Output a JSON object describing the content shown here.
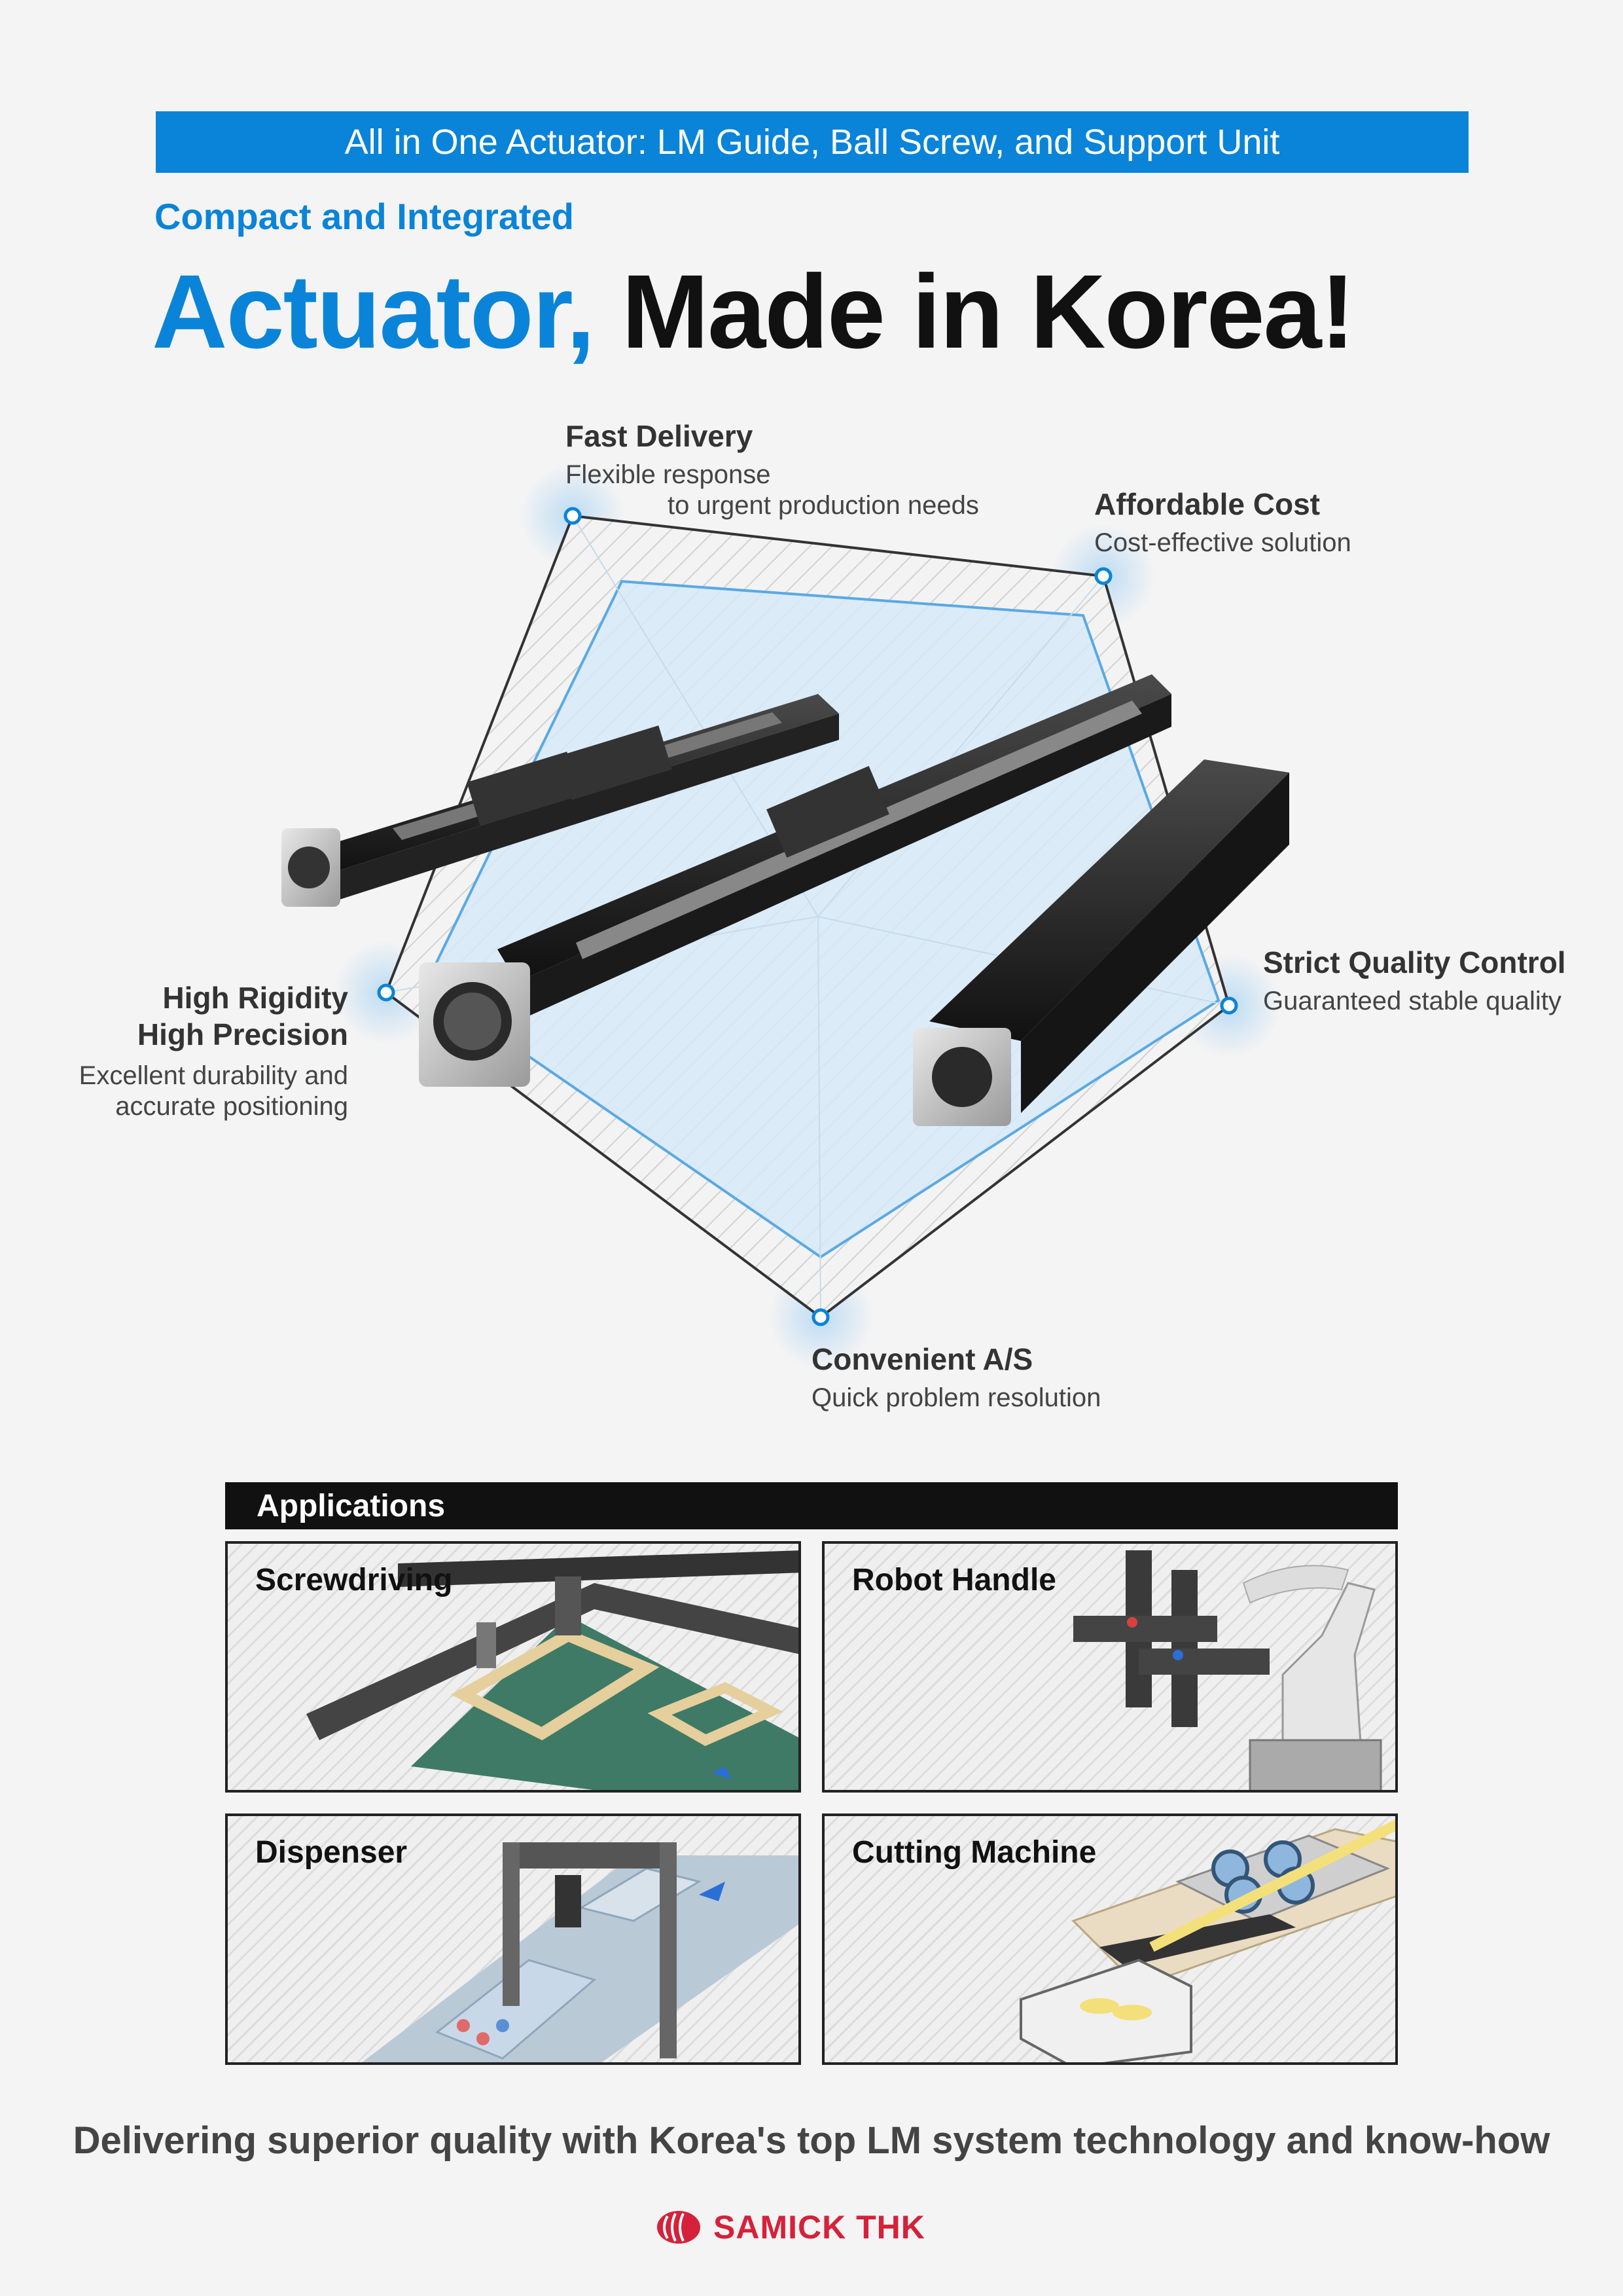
{
  "banner": {
    "text": "All in One Actuator: LM Guide, Ball Screw, and Support Unit"
  },
  "subtitle": "Compact and Integrated",
  "headline": {
    "part1": "Actuator,",
    "part2": "Made in Korea!"
  },
  "features": {
    "fast_delivery": {
      "title": "Fast Delivery",
      "desc1": "Flexible response",
      "desc2": "to urgent production needs"
    },
    "affordable_cost": {
      "title": "Affordable Cost",
      "desc1": "Cost-effective solution"
    },
    "strict_quality": {
      "title": "Strict Quality Control",
      "desc1": "Guaranteed stable quality"
    },
    "rigidity": {
      "title1": "High Rigidity",
      "title2": "High Precision",
      "desc1": "Excellent durability and",
      "desc2": "accurate positioning"
    },
    "convenient_as": {
      "title": "Convenient A/S",
      "desc1": "Quick problem resolution"
    }
  },
  "applications": {
    "header": "Applications",
    "items": [
      {
        "label": "Screwdriving"
      },
      {
        "label": "Robot Handle"
      },
      {
        "label": "Dispenser"
      },
      {
        "label": "Cutting Machine"
      }
    ]
  },
  "tagline": "Delivering superior quality with Korea's top LM system technology and know-how",
  "logo": {
    "text": "SAMICK THK",
    "color": "#d5213a"
  },
  "colors": {
    "accent": "#0a84d8",
    "dark": "#111111"
  }
}
